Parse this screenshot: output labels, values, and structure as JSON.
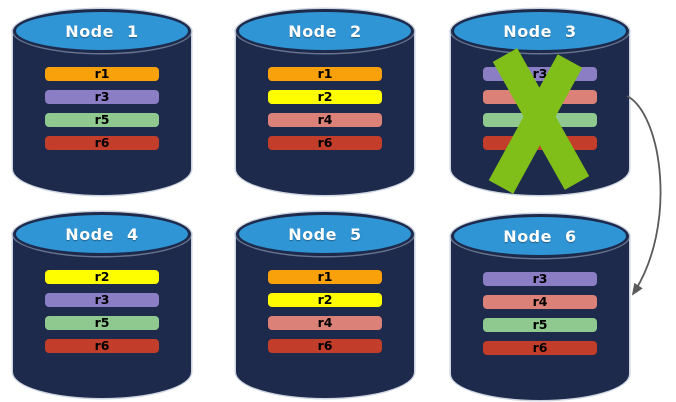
{
  "colors": {
    "background": "#FFFFFF",
    "cylinder_body": "#1D2A4C",
    "cylinder_top": "#3095D5",
    "node_title_text": "#FFFFFF",
    "replica_label_text": "#000000"
  },
  "nodes": [
    {
      "label": "Node 1",
      "failed": false,
      "replicas": [
        {
          "label": "r1",
          "color": "#F9A10A"
        },
        {
          "label": "r3",
          "color": "#8C7EC4"
        },
        {
          "label": "r5",
          "color": "#8FC98F"
        },
        {
          "label": "r6",
          "color": "#C33D2B"
        }
      ]
    },
    {
      "label": "Node 2",
      "failed": false,
      "replicas": [
        {
          "label": "r1",
          "color": "#F9A10A"
        },
        {
          "label": "r2",
          "color": "#FEFE00"
        },
        {
          "label": "r4",
          "color": "#DC8177"
        },
        {
          "label": "r6",
          "color": "#C33D2B"
        }
      ]
    },
    {
      "label": "Node 3",
      "failed": true,
      "replicas": [
        {
          "label": "r3",
          "color": "#8C7EC4"
        },
        {
          "label": "r4",
          "color": "#DC8177"
        },
        {
          "label": "r5",
          "color": "#8FC98F"
        },
        {
          "label": "r6",
          "color": "#C33D2B"
        }
      ]
    },
    {
      "label": "Node 4",
      "failed": false,
      "replicas": [
        {
          "label": "r2",
          "color": "#FEFE00"
        },
        {
          "label": "r3",
          "color": "#8C7EC4"
        },
        {
          "label": "r5",
          "color": "#8FC98F"
        },
        {
          "label": "r6",
          "color": "#C33D2B"
        }
      ]
    },
    {
      "label": "Node 5",
      "failed": false,
      "replicas": [
        {
          "label": "r1",
          "color": "#F9A10A"
        },
        {
          "label": "r2",
          "color": "#FEFE00"
        },
        {
          "label": "r4",
          "color": "#DC8177"
        },
        {
          "label": "r6",
          "color": "#C33D2B"
        }
      ]
    },
    {
      "label": "Node 6",
      "failed": false,
      "replicas": [
        {
          "label": "r3",
          "color": "#8C7EC4"
        },
        {
          "label": "r4",
          "color": "#DC8177"
        },
        {
          "label": "r5",
          "color": "#8FC98F"
        },
        {
          "label": "r6",
          "color": "#C33D2B"
        }
      ]
    }
  ],
  "failure_mark": {
    "node": "Node 3",
    "color": "#80BE1A"
  },
  "arrow": {
    "from": "Node 3",
    "to": "Node 6",
    "color": "#5A5A5A"
  }
}
